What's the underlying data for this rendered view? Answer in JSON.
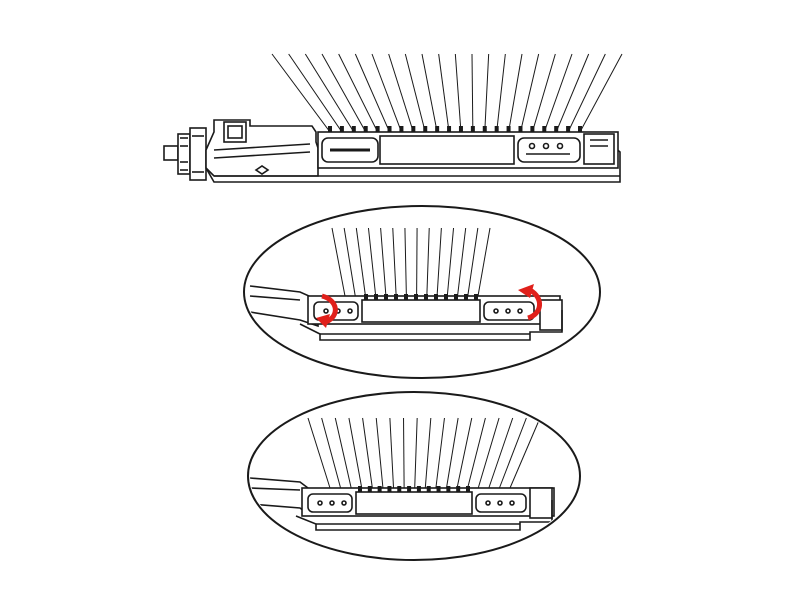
{
  "diagram": {
    "panels": [
      {
        "id": "overview",
        "kind": "full-sprinkler-side-view"
      },
      {
        "id": "adjust-detail",
        "kind": "zoom-ellipse",
        "shows_rotation_arrows": true
      },
      {
        "id": "result-detail",
        "kind": "zoom-ellipse",
        "shows_rotation_arrows": false
      }
    ],
    "colors": {
      "line": "#1a1a1a",
      "arrow": "#e0201b",
      "background": "#ffffff"
    },
    "icons": [
      "curved-rotate-arrow-left",
      "curved-rotate-arrow-right"
    ]
  }
}
